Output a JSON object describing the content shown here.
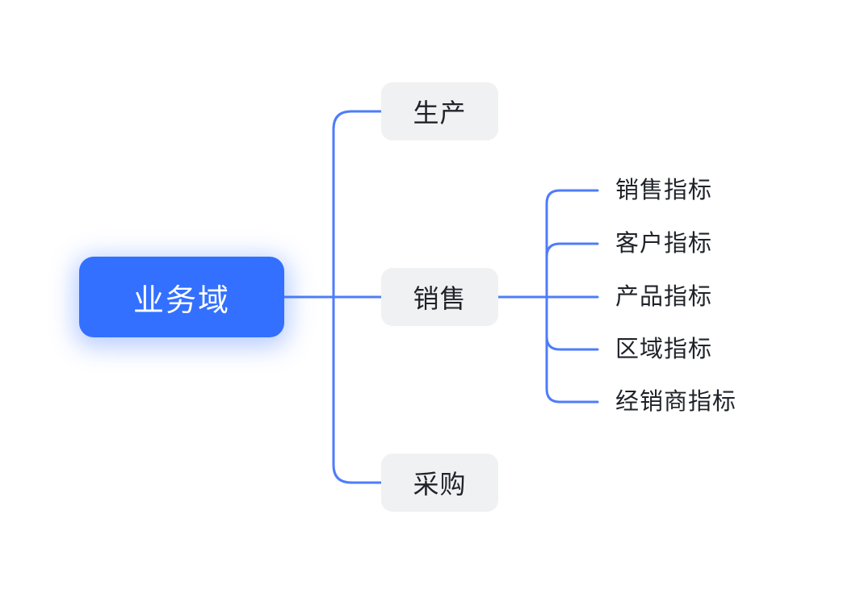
{
  "colors": {
    "background": "#ffffff",
    "edge": "#4e7cfb",
    "root_fill": "#3370ff",
    "root_text": "#ffffff",
    "root_glow": "rgba(51,112,255,0.35)",
    "node_fill": "#f0f1f2",
    "node_text": "#1f2329"
  },
  "mindmap": {
    "root": {
      "label": "业务域"
    },
    "branches": [
      {
        "label": "生产",
        "children": []
      },
      {
        "label": "销售",
        "children": [
          {
            "label": "销售指标"
          },
          {
            "label": "客户指标"
          },
          {
            "label": "产品指标"
          },
          {
            "label": "区域指标"
          },
          {
            "label": "经销商指标"
          }
        ]
      },
      {
        "label": "采购",
        "children": []
      }
    ]
  }
}
